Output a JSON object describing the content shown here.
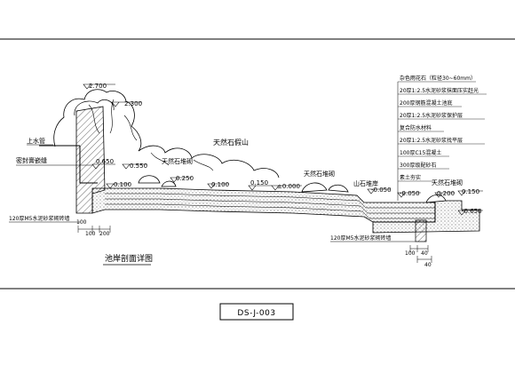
{
  "drawing": {
    "title": "池岸剖面详图",
    "code": "DS-J-003"
  },
  "elevations": {
    "e2700": "2.700",
    "e2300": "2.300",
    "e0650_left": "0.650",
    "e0550": "0.550",
    "e0250": "0.250",
    "e0100_a": "0.100",
    "e0100_b": "0.100",
    "e0150_a": "0.150",
    "e0000": "±0.000",
    "e_neg0050_a": "-0.050",
    "e_neg0050_b": "-0.050",
    "e0200": "0.200",
    "e0150_b": "0.150",
    "e_neg0650": "-0.650"
  },
  "labels": {
    "water_pipe": "上水管",
    "sealant": "密封膏嵌缝",
    "rockery": "天然石假山",
    "stone_stack_1": "天然石堆砌",
    "stone_stack_2": "天然石堆砌",
    "stone_stack_3": "天然石堆砌",
    "rock_revetment": "山石堆岸",
    "brick_wall_left": "120厚M5水泥砂浆砌砖墙",
    "brick_wall_right": "120厚M5水泥砂浆砌砖墙"
  },
  "layers": [
    "杂色雨花石（粒径30~60mm）",
    "20厚1:2.5水泥砂浆抹面压实赶光",
    "200厚钢筋混凝土池底",
    "20厚1:2.5水泥砂浆保护层",
    "复合防水材料",
    "20厚1:2.5水泥砂浆找平层",
    "100厚C15混凝土",
    "300厚级配砂石",
    "素土夯实"
  ],
  "dimensions": {
    "d100_a": "100",
    "d100_b": "100",
    "d200": "200",
    "d100_c": "100",
    "d40_a": "40",
    "d40_b": "40"
  }
}
